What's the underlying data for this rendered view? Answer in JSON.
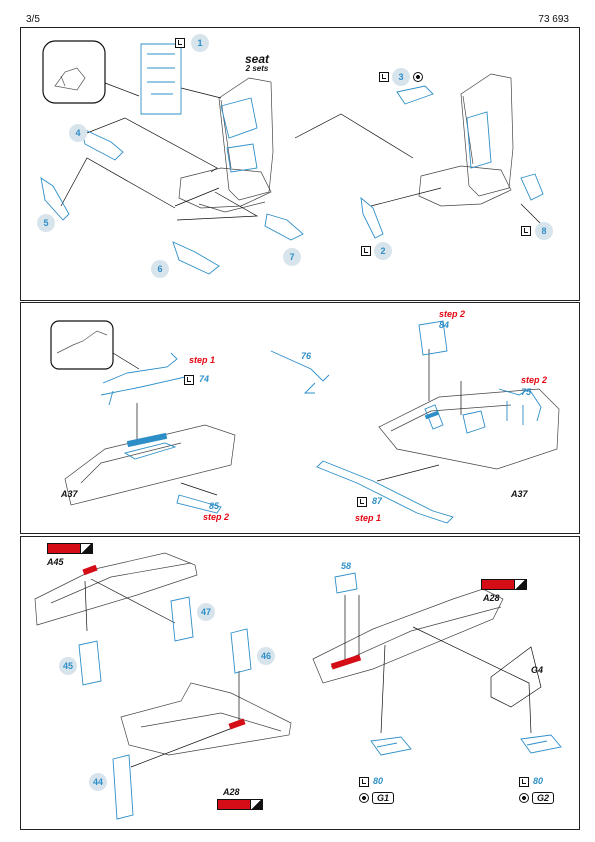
{
  "header": {
    "page": "3/5",
    "code": "73 693"
  },
  "colors": {
    "accent": "#2e8fc8",
    "highlight": "#e30613",
    "swatch_red": "#d40d17"
  },
  "icons": {
    "bend": "bend-icon",
    "paint": "paint-icon"
  },
  "section1": {
    "seat_label": "seat",
    "seat_sets": "2 sets",
    "parts": [
      "1",
      "3",
      "4",
      "5",
      "6",
      "7",
      "2",
      "8"
    ]
  },
  "section2": {
    "step1": "step 1",
    "step2": "step 2",
    "parts": [
      "74",
      "76",
      "84",
      "75",
      "85",
      "87"
    ],
    "ref_left": "A37",
    "ref_right": "A37"
  },
  "section3": {
    "parts": [
      "47",
      "45",
      "46",
      "44",
      "58",
      "80"
    ],
    "ref_a45": "A45",
    "ref_a28_top": "A28",
    "ref_a28_bottom": "A28",
    "ref_g4": "G4",
    "g1": "G1",
    "g2": "G2"
  }
}
